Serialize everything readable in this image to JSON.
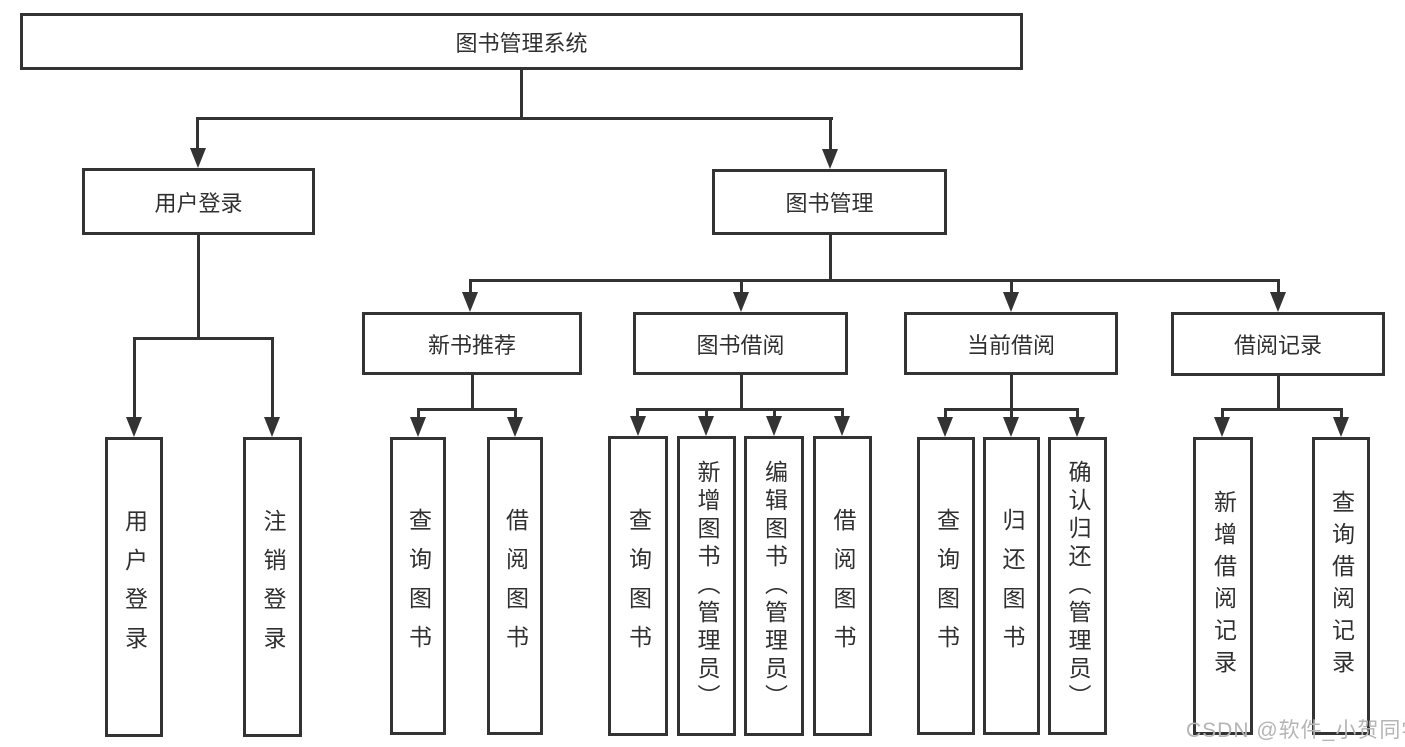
{
  "tree": {
    "label": "图书管理系统",
    "children": [
      {
        "label": "用户登录",
        "children": [
          {
            "label": "用户登录"
          },
          {
            "label": "注销登录"
          }
        ]
      },
      {
        "label": "图书管理",
        "children": [
          {
            "label": "新书推荐",
            "children": [
              {
                "label": "查询图书"
              },
              {
                "label": "借阅图书"
              }
            ]
          },
          {
            "label": "图书借阅",
            "children": [
              {
                "label": "查询图书"
              },
              {
                "label": "新增图书（管理员）"
              },
              {
                "label": "编辑图书（管理员）"
              },
              {
                "label": "借阅图书"
              }
            ]
          },
          {
            "label": "当前借阅",
            "children": [
              {
                "label": "查询图书"
              },
              {
                "label": "归还图书"
              },
              {
                "label": "确认归还（管理员）"
              }
            ]
          },
          {
            "label": "借阅记录",
            "children": [
              {
                "label": "新增借阅记录"
              },
              {
                "label": "查询借阅记录"
              }
            ]
          }
        ]
      }
    ]
  },
  "watermark": {
    "text": "CSDN @软件_小贺同学"
  },
  "colors": {
    "line": "#333333",
    "node_text": "#303030",
    "node_background": "#ffffff",
    "watermark": "#b5b5b5"
  }
}
